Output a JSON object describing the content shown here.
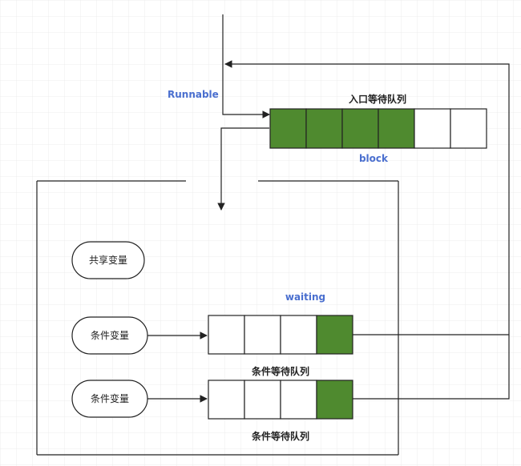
{
  "labels": {
    "runnable": "Runnable",
    "entry_queue": "入口等待队列",
    "block": "block",
    "waiting": "waiting",
    "shared_variable": "共享变量",
    "condition_variable_1": "条件变量",
    "condition_variable_2": "条件变量",
    "condition_queue_1": "条件等待队列",
    "condition_queue_2": "条件等待队列"
  },
  "entry_queue_cells": [
    "filled",
    "filled",
    "filled",
    "filled",
    "empty",
    "empty"
  ],
  "condition_queue_1_cells": [
    "empty",
    "empty",
    "empty",
    "filled"
  ],
  "condition_queue_2_cells": [
    "empty",
    "empty",
    "empty",
    "filled"
  ],
  "colors": {
    "filled": "#4f8a2f",
    "empty": "#ffffff",
    "stroke": "#222222",
    "label_blue": "#4a6fcf",
    "grid": "#ececec"
  }
}
